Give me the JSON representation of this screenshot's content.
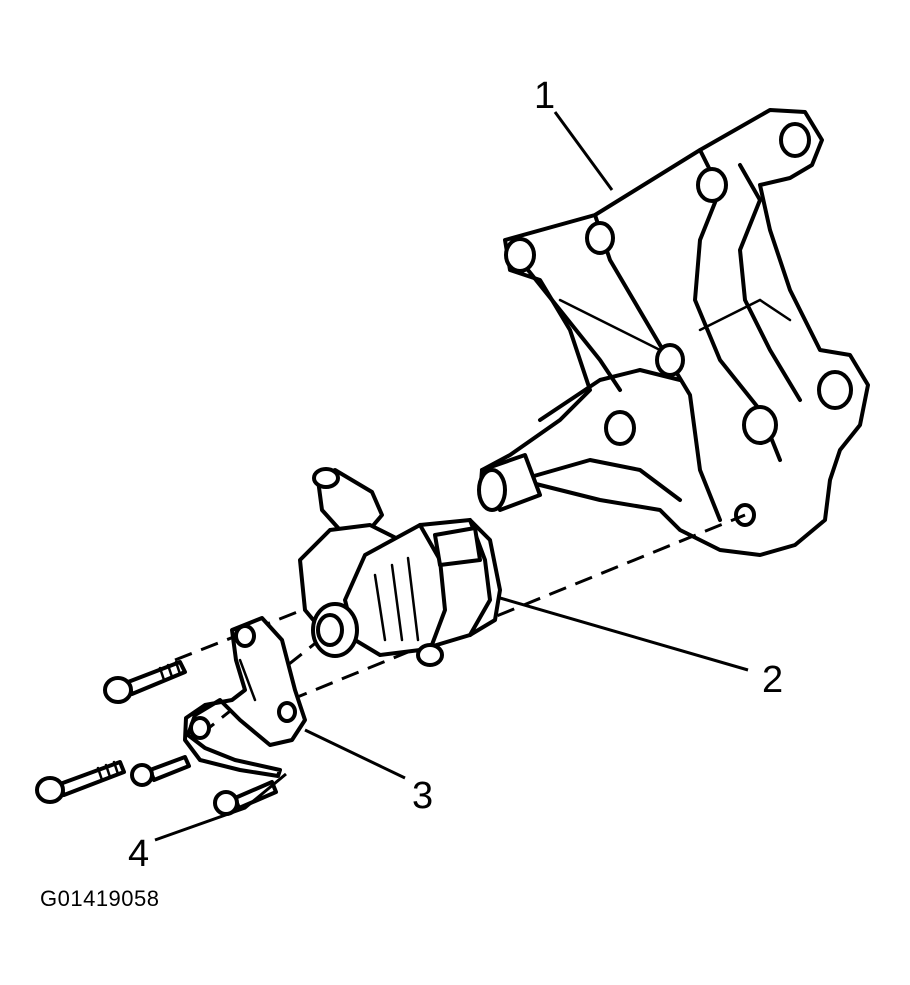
{
  "figure": {
    "id": "G01419058",
    "callouts": [
      {
        "label": "1",
        "part": "bracket"
      },
      {
        "label": "2",
        "part": "pump"
      },
      {
        "label": "3",
        "part": "plate"
      },
      {
        "label": "4",
        "part": "bolt"
      }
    ]
  },
  "colors": {
    "ink": "#000000",
    "paper": "#ffffff"
  }
}
